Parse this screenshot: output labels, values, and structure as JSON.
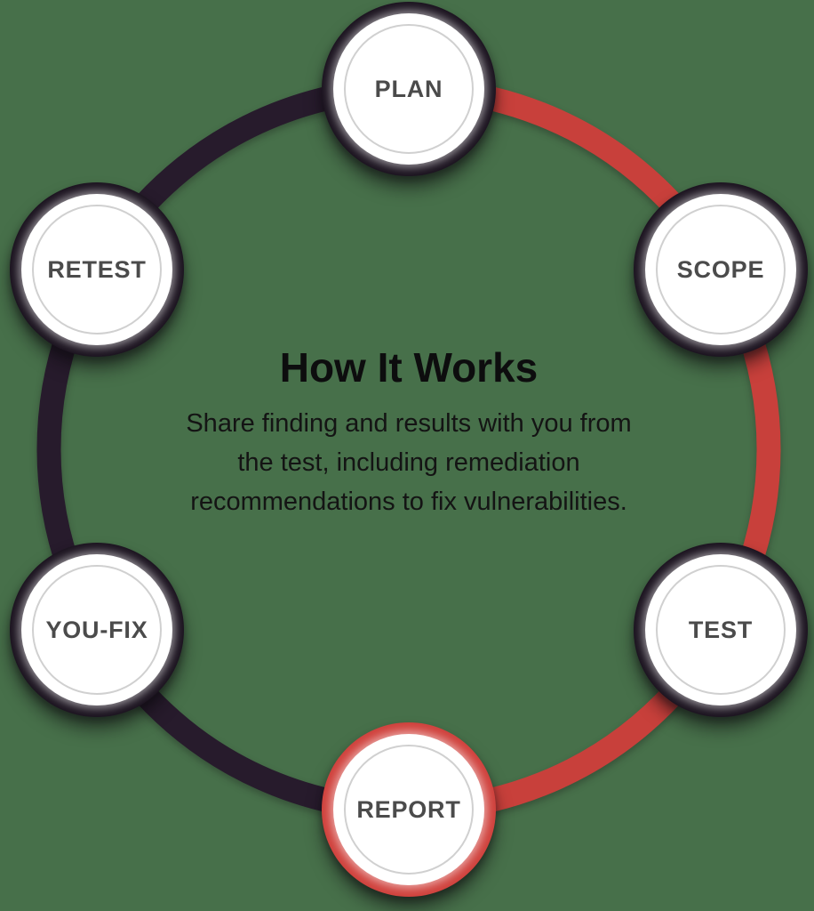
{
  "background_color": "#47704A",
  "colors": {
    "arc_red": "#C8403B",
    "arc_dark": "#271B2C",
    "node_ring_dark": "#1C1420",
    "node_ring_red": "#D0423D",
    "node_fill": "#FFFFFF",
    "node_inner_stroke": "#D0D0D0",
    "node_label": "#4B4B4B",
    "title": "#0D0D0E",
    "body": "#141414"
  },
  "center": {
    "title": "How It Works",
    "description_lines": [
      "Share finding and results with you from",
      "the test, including remediation",
      "recommendations to fix vulnerabilities."
    ]
  },
  "steps": [
    {
      "label": "PLAN",
      "state": "default"
    },
    {
      "label": "SCOPE",
      "state": "default"
    },
    {
      "label": "TEST",
      "state": "default"
    },
    {
      "label": "REPORT",
      "state": "active"
    },
    {
      "label": "YOU-FIX",
      "state": "default"
    },
    {
      "label": "RETEST",
      "state": "default"
    }
  ]
}
